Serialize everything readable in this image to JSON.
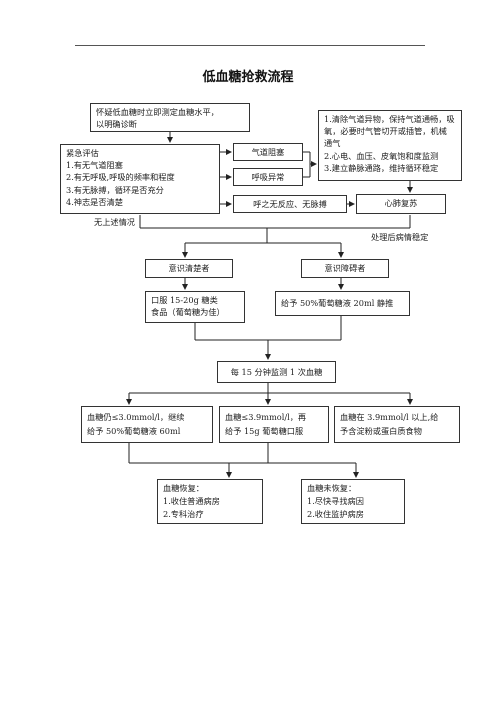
{
  "title": "低血糖抢救流程",
  "nodes": {
    "suspect": "怀疑低血糖时立即测定血糖水平，\n以明确诊断",
    "assess": "紧急评估\n1.有无气道阻塞\n2.有无呼吸,呼吸的频率和程度\n3.有无脉搏，循环是否充分\n4.神志是否清楚",
    "airway_block": "气道阻塞",
    "breath_abnormal": "呼吸异常",
    "no_response": "呼之无反应、无脉搏",
    "cpr": "心肺复苏",
    "airway_measures": "1.清除气道异物，保持气道通畅，吸\n   氧，必要时气管切开或插管，机械\n   通气\n2.心电、血压、皮氧饱和度监测\n3.建立静脉通路，维持循环稳定",
    "conscious": "意识清楚者",
    "unconscious": "意识障碍者",
    "oral_sugar": "口服 15-20g 糖类\n食品（葡萄糖为佳）",
    "iv_glucose": "给予 50%葡萄糖液 20ml 静推",
    "monitor": "每 15 分钟监测 1 次血糖",
    "low_still": "血糖仍≤3.0mmol/l，继续\n给予 50%葡萄糖液 60ml",
    "low_oral": "血糖≤3.9mmol/l，再\n给予 15g 葡萄糖口服",
    "above": "血糖在 3.9mmol/l 以上,给\n予含淀粉或蛋白质食物",
    "recovered": "血糖恢复：\n1.收住普通病房\n2.专科治疗",
    "not_recovered": "血糖未恢复：\n1.尽快寻找病因\n2.收住监护病房"
  },
  "labels": {
    "none_above": "无上述情况",
    "stable": "处理后病情稳定"
  }
}
